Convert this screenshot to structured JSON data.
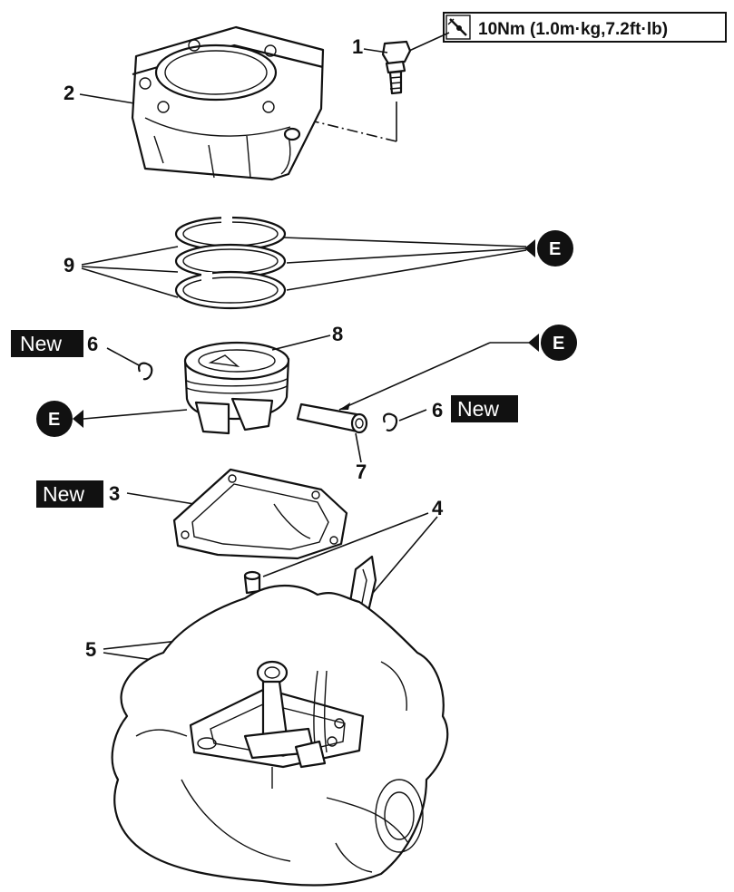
{
  "torque_spec": "10Nm (1.0m·kg,7.2ft·lb)",
  "callouts": {
    "c1": "1",
    "c2": "2",
    "c3": "3",
    "c4": "4",
    "c5": "5",
    "c6a": "6",
    "c6b": "6",
    "c7": "7",
    "c8": "8",
    "c9": "9"
  },
  "new_tags": {
    "tag_clip_left": "New",
    "tag_clip_right": "New",
    "tag_gasket": "New"
  },
  "oil_markers": {
    "rings": "E",
    "pin": "E",
    "piston": "E"
  },
  "icons": {
    "torque": "torque-wrench-icon",
    "oil": "engine-oil-icon"
  }
}
